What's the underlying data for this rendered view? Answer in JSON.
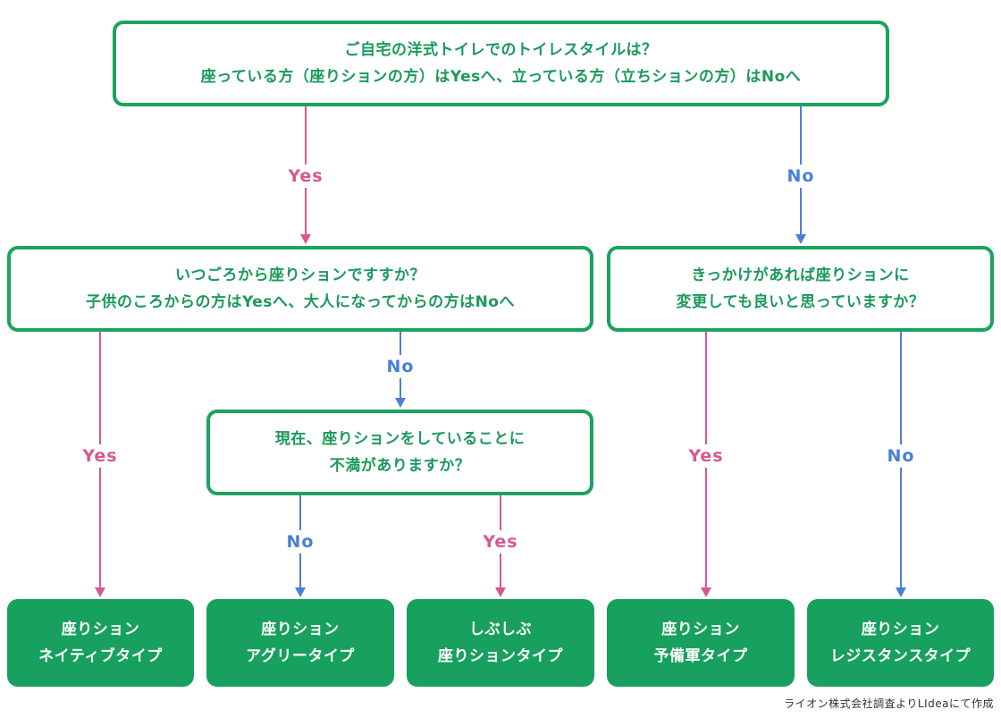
{
  "questions": {
    "q1": {
      "line1": "ご自宅の洋式トイレでのトイレスタイルは？",
      "line2": "座っている方（座りションの方）はYesへ、立っている方（立ちションの方）はNoへ"
    },
    "q2": {
      "line1": "いつごろから座りションですすか？",
      "line2": "子供のころからの方はYesへ、大人になってからの方はNoへ"
    },
    "q3": {
      "line1": "きっかけがあれば座りションに",
      "line2": "変更しても良いと思っていますか？"
    },
    "q4": {
      "line1": "現在、座りションをしていることに",
      "line2": "不満がありますか？"
    }
  },
  "results": [
    {
      "line1": "座りション",
      "line2": "ネイティブタイプ"
    },
    {
      "line1": "座りション",
      "line2": "アグリータイプ"
    },
    {
      "line1": "しぶしぶ",
      "line2": "座りションタイプ"
    },
    {
      "line1": "座りション",
      "line2": "予備軍タイプ"
    },
    {
      "line1": "座りション",
      "line2": "レジスタンスタイプ"
    }
  ],
  "answers": {
    "yes": "Yes",
    "no": "No"
  },
  "credit": "ライオン株式会社調査よりLIdeaにて作成",
  "colors": {
    "green": "#1ba35f",
    "result_fill": "#17a05e",
    "yes_arrow": "#d9578f",
    "no_arrow": "#4a7fd6"
  }
}
